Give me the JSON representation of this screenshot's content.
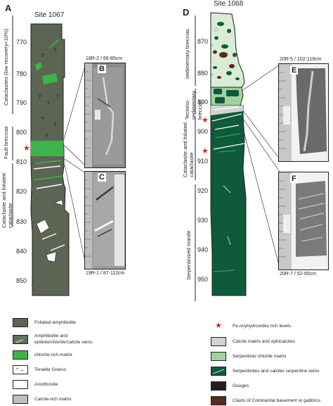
{
  "panelA": {
    "letter": "A",
    "site": "Site 1067",
    "depths": [
      "770",
      "780",
      "790",
      "800",
      "810",
      "820",
      "830",
      "840",
      "850"
    ],
    "units": [
      {
        "label": "Cataclasites (low recovery<10%)"
      },
      {
        "label": "Fault breccias"
      },
      {
        "label": "Cataclasite and foliated cataclasite"
      }
    ]
  },
  "panelD": {
    "letter": "D",
    "site": "Site 1068",
    "depths": [
      "870",
      "880",
      "890",
      "900",
      "910",
      "920",
      "930",
      "940",
      "950"
    ],
    "units": [
      {
        "label": "sedimentary breccias"
      },
      {
        "label": "Tectono-sedimentary breccias"
      },
      {
        "label": "Cataclasite and foliated cataclasite"
      },
      {
        "label": "Serpentinized mantle"
      }
    ]
  },
  "photos": {
    "B": {
      "letter": "B",
      "caption": "18R-2 / 66-85cm"
    },
    "C": {
      "letter": "C",
      "caption": "19R-1 / 87-112cm"
    },
    "E": {
      "letter": "E",
      "caption": "20R-5 / 102-119cm"
    },
    "F": {
      "letter": "F",
      "caption": "20R-7 / 52-65cm"
    }
  },
  "legend_left": [
    {
      "label": "Foliated amphibolite",
      "color": "#5c6554"
    },
    {
      "label": "Amphibolite and epidote/chlorite/calcite veins",
      "color": "#646c5c"
    },
    {
      "label": "chlorite-rich matrix",
      "color": "#3cb44a"
    },
    {
      "label": "Tonalite Gneiss",
      "color": "#ffffff"
    },
    {
      "label": "Anorthosite",
      "color": "#ffffff"
    },
    {
      "label": "Calcite-rich matrix",
      "color": "#bcbec0"
    }
  ],
  "legend_right": [
    {
      "label": "Fe-oxyhydroxides rich levels",
      "color": "#e0201b"
    },
    {
      "label": "Calcite matrix and ophicalcites",
      "color": "#d1d3d4"
    },
    {
      "label": "Serpentine/ chlorite matrix",
      "color": "#9fd39e"
    },
    {
      "label": "Serpentinites and calcite/ serpentine veins",
      "color": "#0e5a3a"
    },
    {
      "label": "Gouges",
      "color": "#231f20"
    },
    {
      "label": "Clasts of Continental basement or gabbros",
      "color": "#5a2a1c"
    }
  ]
}
